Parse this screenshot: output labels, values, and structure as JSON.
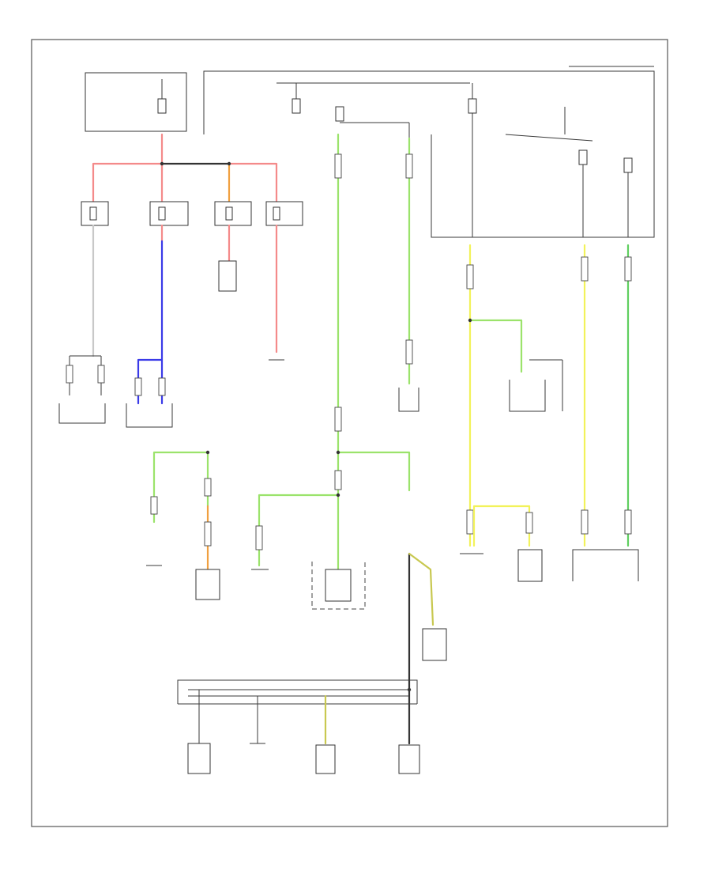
{
  "colors": {
    "border": "#555555",
    "red": "#f07070",
    "pink": "#f48a8a",
    "blue": "#3a3ae8",
    "orange": "#f0a040",
    "lightgreen": "#9be36b",
    "green": "#5fcf5f",
    "yellow": "#f2f25a",
    "olive": "#c8c850",
    "gray": "#9a9a9a",
    "black": "#333333"
  },
  "icons": [
    "fuse-symbol",
    "ground-symbol",
    "connector-symbol",
    "splice-dot"
  ],
  "labels": {
    "corner_tag": "",
    "footer": "",
    "top_right_box": "",
    "top_left_box": "",
    "fusebox_a": "",
    "fusebox_b": "",
    "tl_fusebox": ""
  }
}
